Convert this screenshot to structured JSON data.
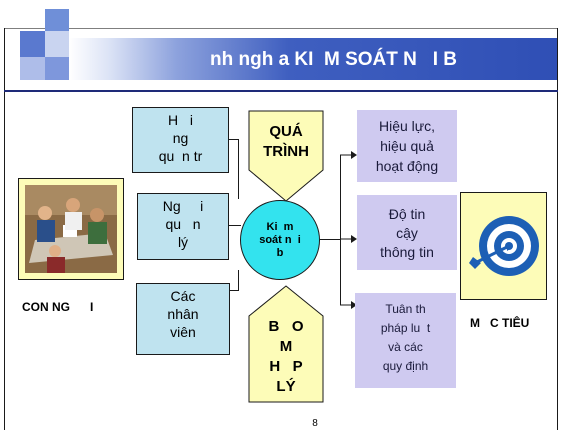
{
  "title": "nh ngh a KI  M SOÁT N   I B",
  "inputs": [
    {
      "text": "H   i\nng\nqu  n tr"
    },
    {
      "text": "Ng     i\nqu   n\nlý"
    },
    {
      "text": "Các\nnhân\nviên"
    }
  ],
  "process_chevron": "QUÁ\nTRÌNH",
  "assurance_chevron": "B   O\nM\nH   P\nLÝ",
  "center": "Ki  m\nsoát n  i\nb",
  "objectives": [
    {
      "text": "Hiệu lực,\nhiệu quả\nhoạt động"
    },
    {
      "text": "Độ tin\ncậy\nthông tin"
    },
    {
      "text": "Tuân th\npháp lu  t\nvà các\nquy định"
    }
  ],
  "label_people": "CON NG      I",
  "label_goal": "M   C TIÊU",
  "page_number": "8",
  "colors": {
    "title_bar": "#2f4fb5",
    "input_box": "#bfe3ef",
    "chevron": "#fdfcb8",
    "circle": "#33e3ee",
    "objective_box": "#cfcaf0"
  },
  "icons": {
    "people_picture": "meeting-photo-icon",
    "goal_picture": "target-arrow-icon"
  }
}
